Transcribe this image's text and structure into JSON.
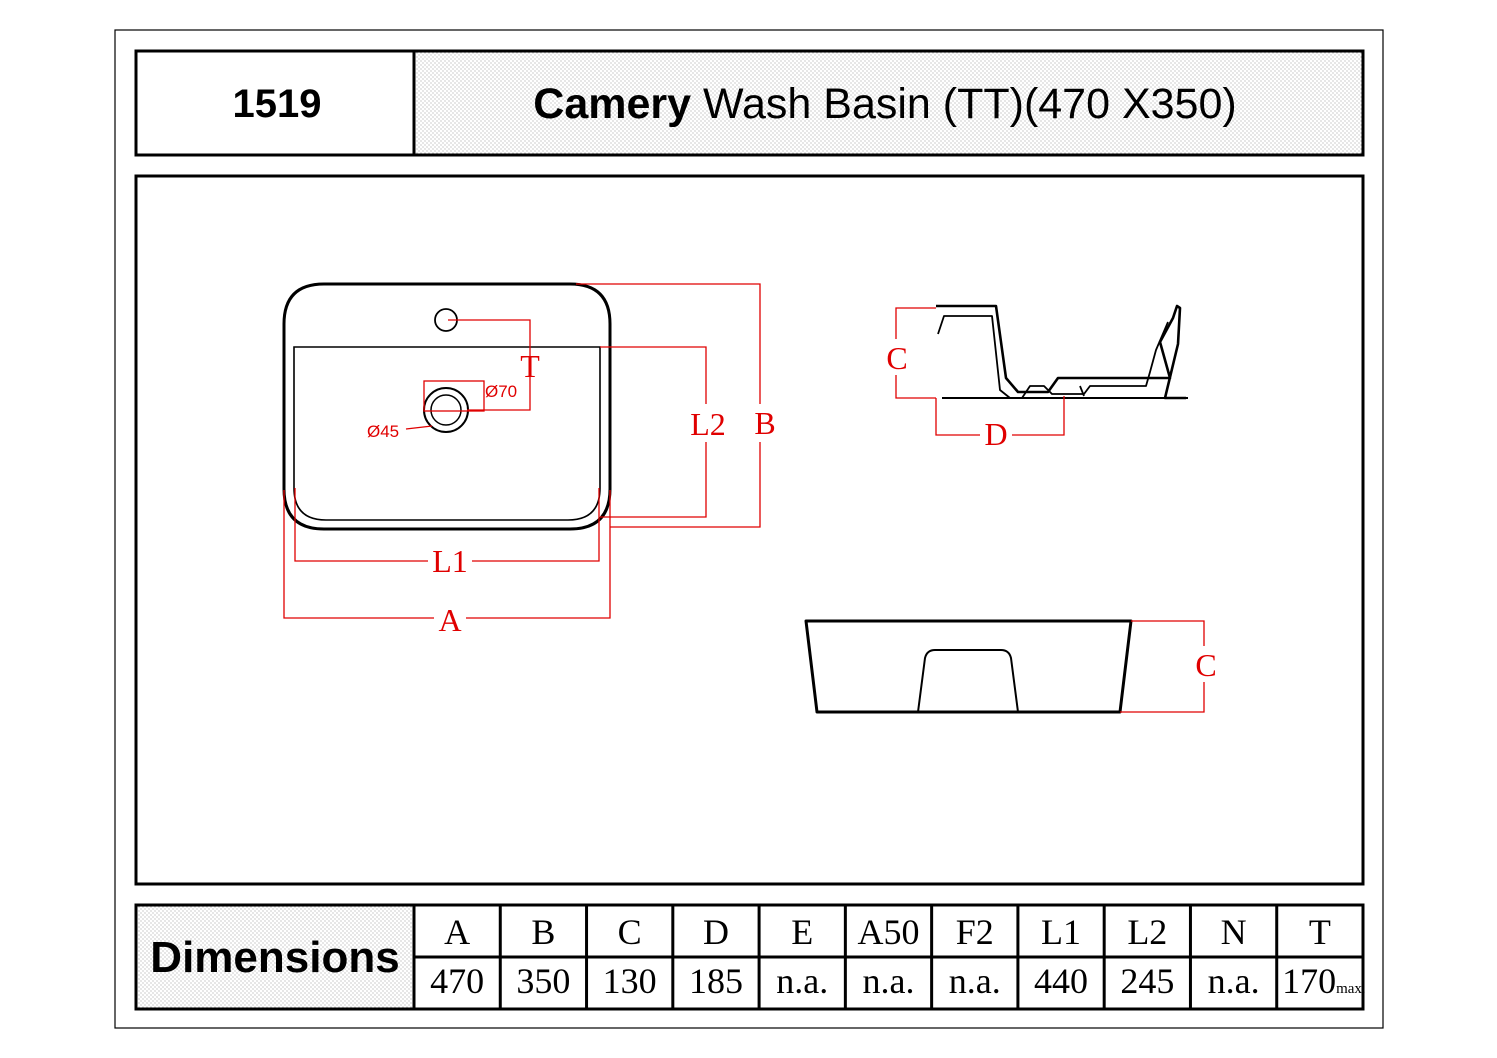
{
  "header": {
    "model_number": "1519",
    "title_brand": "Camery",
    "title_rest": " Wash Basin (TT)(470 X350)"
  },
  "drawing": {
    "top_view": {
      "labels": {
        "t": "T",
        "d70": "Ø70",
        "d45": "Ø45",
        "l2": "L2",
        "b": "B",
        "l1": "L1",
        "a": "A"
      }
    },
    "section_view": {
      "labels": {
        "c": "C",
        "d": "D"
      }
    },
    "front_view": {
      "labels": {
        "c": "C"
      }
    }
  },
  "dimensions_table": {
    "heading": "Dimensions",
    "columns": [
      "A",
      "B",
      "C",
      "D",
      "E",
      "A50",
      "F2",
      "L1",
      "L2",
      "N",
      "T"
    ],
    "values": [
      "470",
      "350",
      "130",
      "185",
      "n.a.",
      "n.a.",
      "n.a.",
      "440",
      "245",
      "n.a.",
      "170"
    ],
    "t_suffix": "max."
  },
  "colors": {
    "dimension_lines": "#e00000",
    "outline": "#000000",
    "background": "#ffffff"
  }
}
